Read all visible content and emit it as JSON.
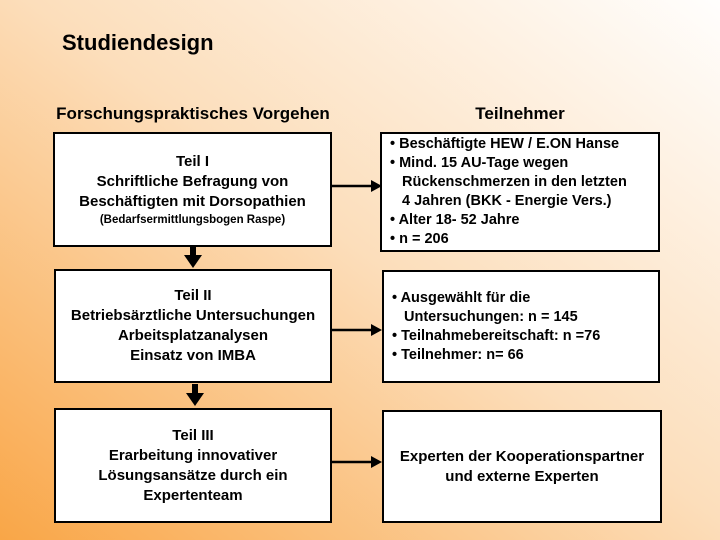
{
  "title": "Studiendesign",
  "headers": {
    "left": "Forschungspraktisches Vorgehen",
    "right": "Teilnehmer"
  },
  "colors": {
    "background_bottom_left": "#f9a647",
    "background_mid": "#fcdebb",
    "background_top_right": "#fffefd",
    "box_background": "#ffffff",
    "box_border": "#000000",
    "text": "#000000",
    "arrow": "#000000"
  },
  "rows": [
    {
      "left": {
        "lines": [
          "Teil I",
          "Schriftliche Befragung von",
          "Beschäftigten mit Dorsopathien"
        ],
        "note": "(Bedarfsermittlungsbogen Raspe)"
      },
      "right": {
        "lines": [
          "• Beschäftigte HEW / E.ON Hanse",
          "• Mind. 15 AU-Tage wegen",
          "Rückenschmerzen in den letzten",
          "4 Jahren (BKK - Energie Vers.)",
          "• Alter 18- 52 Jahre",
          "• n = 206"
        ]
      }
    },
    {
      "left": {
        "lines": [
          "Teil II",
          "Betriebsärztliche Untersuchungen",
          "Arbeitsplatzanalysen",
          "Einsatz von IMBA"
        ]
      },
      "right": {
        "lines": [
          "• Ausgewählt für die",
          "Untersuchungen: n = 145",
          "• Teilnahmebereitschaft: n =76",
          "• Teilnehmer: n= 66"
        ]
      }
    },
    {
      "left": {
        "lines": [
          "Teil III",
          "Erarbeitung innovativer",
          "Lösungsansätze durch ein",
          "Expertenteam"
        ]
      },
      "right": {
        "lines": [
          "Experten der Kooperationspartner",
          "und externe Experten"
        ]
      }
    }
  ]
}
